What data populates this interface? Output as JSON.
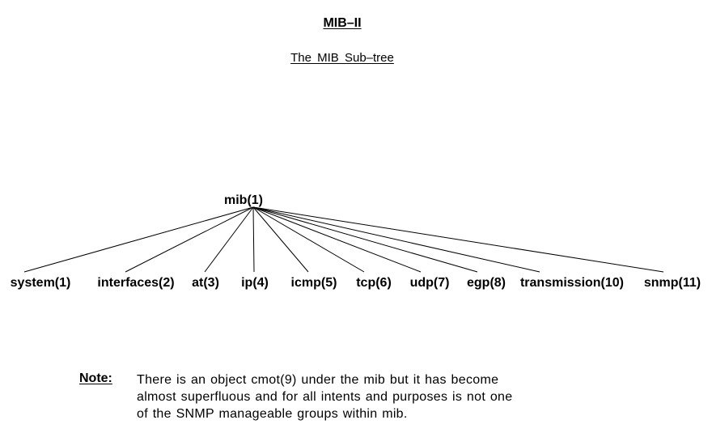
{
  "diagram": {
    "title": "MIB–II",
    "subtitle": "The MIB Sub–tree",
    "root": {
      "label": "mib(1)"
    },
    "children": [
      {
        "label": "system(1)"
      },
      {
        "label": "interfaces(2)"
      },
      {
        "label": "at(3)"
      },
      {
        "label": "ip(4)"
      },
      {
        "label": "icmp(5)"
      },
      {
        "label": "tcp(6)"
      },
      {
        "label": "udp(7)"
      },
      {
        "label": "egp(8)"
      },
      {
        "label": "transmission(10)"
      },
      {
        "label": "snmp(11)"
      }
    ],
    "note": {
      "label": "Note:",
      "lines": [
        "There is an object cmot(9) under the mib but it has become",
        "almost superfluous and for all intents and purposes is not one",
        "of the SNMP manageable groups within mib."
      ]
    }
  }
}
